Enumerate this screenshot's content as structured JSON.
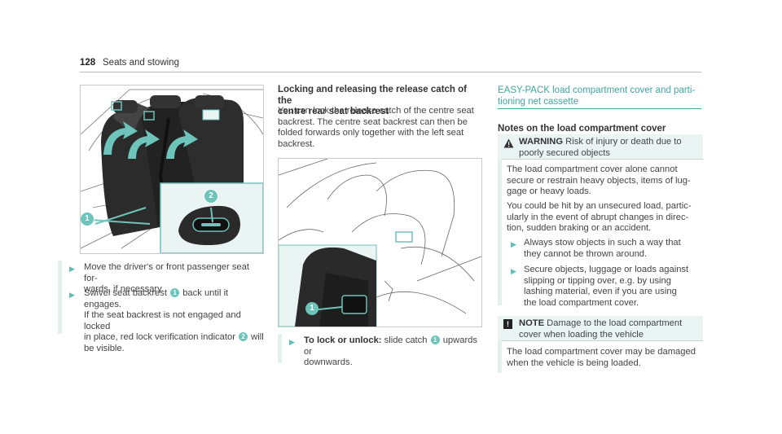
{
  "header": {
    "page_number": "128",
    "section": "Seats and stowing"
  },
  "left": {
    "steps": [
      {
        "line1": "Move the driver's or front passenger seat for-",
        "line2": "wards, if necessary."
      },
      {
        "line1a": "Swivel seat backrest ",
        "c1": "1",
        "line1b": " back until it engages.",
        "line2": "If the seat backrest is not engaged and locked",
        "line3a": "in place, red lock verification indicator ",
        "c2": "2",
        "line3b": " will",
        "line4": "be visible."
      }
    ]
  },
  "middle": {
    "heading_l1": "Locking and releasing the release catch of the",
    "heading_l2": "centre rear seat backrest",
    "para": [
      "You can lock the release catch of the centre seat",
      "backrest. The centre seat backrest can then be",
      "folded forwards only together with the left seat",
      "backrest."
    ],
    "step_bold": "To lock or unlock:",
    "step_text_a": " slide catch ",
    "step_circ": "1",
    "step_text_b": " upwards or",
    "step_line2": "downwards."
  },
  "right": {
    "link_l1": "EASY-PACK load compartment cover and parti-",
    "link_l2": "tioning net cassette",
    "sub_heading": "Notes on the load compartment cover",
    "warning": {
      "icon": "warning-triangle-icon",
      "label": "WARNING",
      "title_l1": " Risk of injury or death due to",
      "title_l2": "poorly secured objects",
      "p1": [
        "The load compartment cover alone cannot",
        "secure or restrain heavy objects, items of lug-",
        "gage or heavy loads."
      ],
      "p2": [
        "You could be hit by an unsecured load, partic-",
        "ularly in the event of abrupt changes in direc-",
        "tion, sudden braking or an accident."
      ],
      "b1": [
        "Always stow objects in such a way that",
        "they cannot be thrown around."
      ],
      "b2": [
        "Secure objects, luggage or loads against",
        "slipping or tipping over, e.g. by using",
        "lashing material, even if you are using",
        "the load compartment cover."
      ]
    },
    "note": {
      "icon": "notice-exclamation-icon",
      "label": "NOTE",
      "title_l1": " Damage to the load compartment",
      "title_l2": "cover when loading the vehicle",
      "p": [
        "The load compartment cover may be damaged",
        "when the vehicle is being loaded."
      ]
    }
  },
  "colors": {
    "accent": "#3fa7a0",
    "callout": "#6cc4bb",
    "tint": "#eaf5f3"
  }
}
